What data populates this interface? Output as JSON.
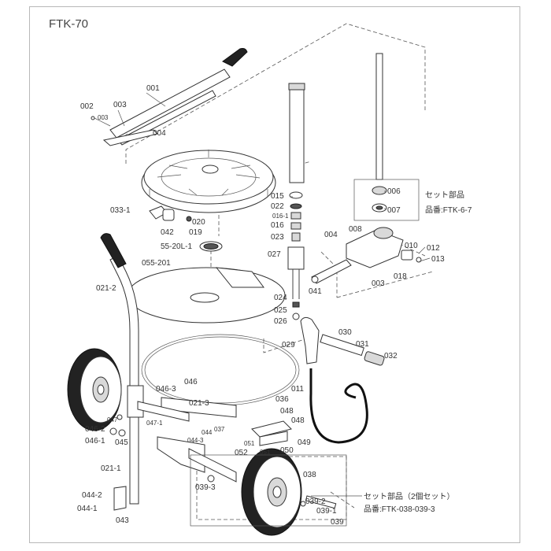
{
  "model": "FTK-70",
  "labels": {
    "p001": "001",
    "p002": "002",
    "p003a": "003",
    "p003b": "003",
    "p004a": "004",
    "p006": "006",
    "p007": "007",
    "set1_title": "セット部品",
    "set1_code": "品番:FTK-6-7",
    "p008": "008",
    "p004b": "004",
    "p010": "010",
    "p012": "012",
    "p013": "013",
    "p003c": "003",
    "p018": "018",
    "p041": "041",
    "p015": "015",
    "p022": "022",
    "p016_1": "016-1",
    "p016": "016",
    "p023": "023",
    "p027": "027",
    "p033_1": "033-1",
    "p020": "020",
    "p042": "042",
    "p019": "019",
    "p55_20l_1": "55-20L-1",
    "p055_201": "055-201",
    "p021_2": "021-2",
    "p024": "024",
    "p025": "025",
    "p026": "026",
    "p029": "029",
    "p030": "030",
    "p031": "031",
    "p032": "032",
    "p011": "011",
    "p046_3": "046-3",
    "p046a": "046",
    "p021_3": "021-3",
    "p047_1": "047-1",
    "p046_2": "046-2",
    "p047": "047",
    "p046_1": "046-1",
    "p045": "045",
    "p036": "036",
    "p048a": "048",
    "p048b": "048",
    "p044_3": "044-3",
    "p044": "044",
    "p037": "037",
    "p051a": "051",
    "p052": "052",
    "p051b": "051",
    "p050": "050",
    "p049": "049",
    "p021_1": "021-1",
    "p039_3": "039-3",
    "p038": "038",
    "p044_2": "044-2",
    "p044_1": "044-1",
    "p043": "043",
    "p039_2": "039-2",
    "p039_1": "039-1",
    "p039": "039",
    "set2_title": "セット部品（2個セット）",
    "set2_code": "品番:FTK-038-039-3"
  }
}
